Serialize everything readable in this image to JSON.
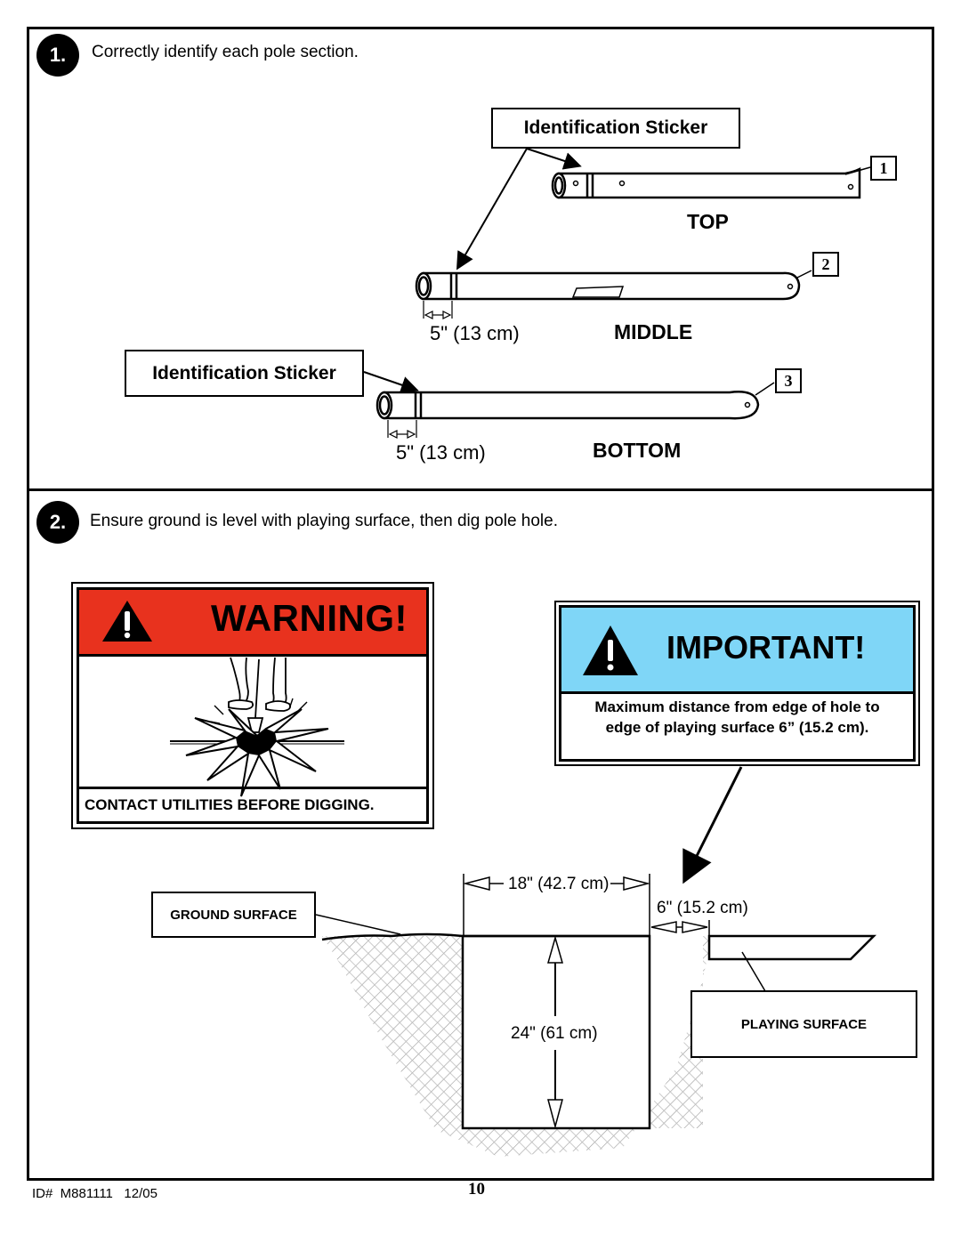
{
  "step1": {
    "number": "1.",
    "instruction": "Correctly identify each pole section.",
    "sticker_label_top": "Identification Sticker",
    "sticker_label_bottom": "Identification Sticker",
    "poles": [
      {
        "number": "1",
        "name": "TOP"
      },
      {
        "number": "2",
        "name": "MIDDLE",
        "dimension": "5\" (13 cm)"
      },
      {
        "number": "3",
        "name": "BOTTOM",
        "dimension": "5\" (13 cm)"
      }
    ]
  },
  "step2": {
    "number": "2.",
    "instruction": "Ensure ground is level with playing surface, then dig pole hole.",
    "warning": {
      "title": "WARNING!",
      "footer": "CONTACT UTILITIES BEFORE DIGGING.",
      "accent_color": "#e8321e"
    },
    "important": {
      "title": "IMPORTANT!",
      "body_line1": "Maximum distance from edge of hole to",
      "body_line2": "edge of playing surface 6” (15.2 cm).",
      "accent_color": "#7fd6f7"
    },
    "hole": {
      "width_label": "18\" (42.7 cm)",
      "depth_label": "24\" (61 cm)",
      "offset_label": "6\" (15.2 cm)",
      "ground_surface_label": "GROUND SURFACE",
      "playing_surface_label": "PLAYING SURFACE"
    }
  },
  "footer": {
    "id_text": "ID#  M881111   12/05",
    "page_number": "10"
  }
}
